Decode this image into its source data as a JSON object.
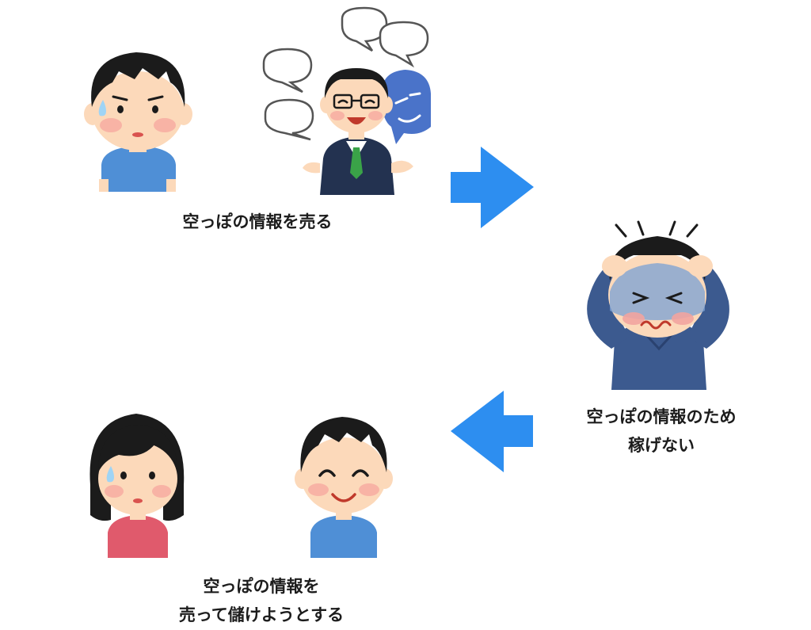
{
  "colors": {
    "arrow": "#2d8ef0",
    "skin": "#fcd9ba",
    "hair": "#1b1b1b",
    "blue_shirt": "#4f8fd6",
    "pink_shirt": "#e05a6c",
    "suit": "#233250",
    "tie": "#3aa348",
    "sweater": "#3c5a8f",
    "ghost": "#4a73c9"
  },
  "icons": {
    "arrow_right": "arrow-right-icon",
    "arrow_left": "arrow-left-icon"
  },
  "captions": {
    "step1": "空っぽの情報を売る",
    "step2_line1": "空っぽの情報のため",
    "step2_line2": "稼げない",
    "step3_line1": "空っぽの情報を",
    "step3_line2": "売って儲けようとする"
  }
}
